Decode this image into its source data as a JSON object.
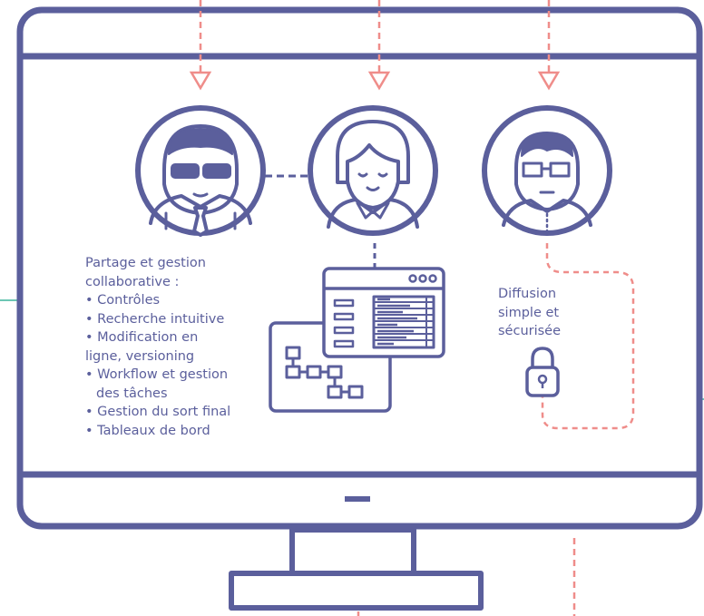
{
  "left_text": {
    "heading_line1": "Partage et gestion",
    "heading_line2": "collaborative :",
    "items": [
      "Contrôles",
      "Recherche intuitive",
      "Modification en",
      "ligne, versioning",
      "Workflow et gestion",
      "des tâches",
      "Gestion du sort final",
      "Tableaux de bord"
    ]
  },
  "right_text": {
    "line1": "Diffusion",
    "line2": "simple et",
    "line3": "sécurisée"
  },
  "colors": {
    "outline": "#5b5f9c",
    "dash_coral": "#ef8d8a",
    "teal": "#6cc6b4"
  },
  "icons": [
    "monitor-icon",
    "person-sunglasses-icon",
    "person-woman-icon",
    "person-glasses-icon",
    "window-list-icon",
    "flowchart-icon",
    "padlock-icon"
  ]
}
